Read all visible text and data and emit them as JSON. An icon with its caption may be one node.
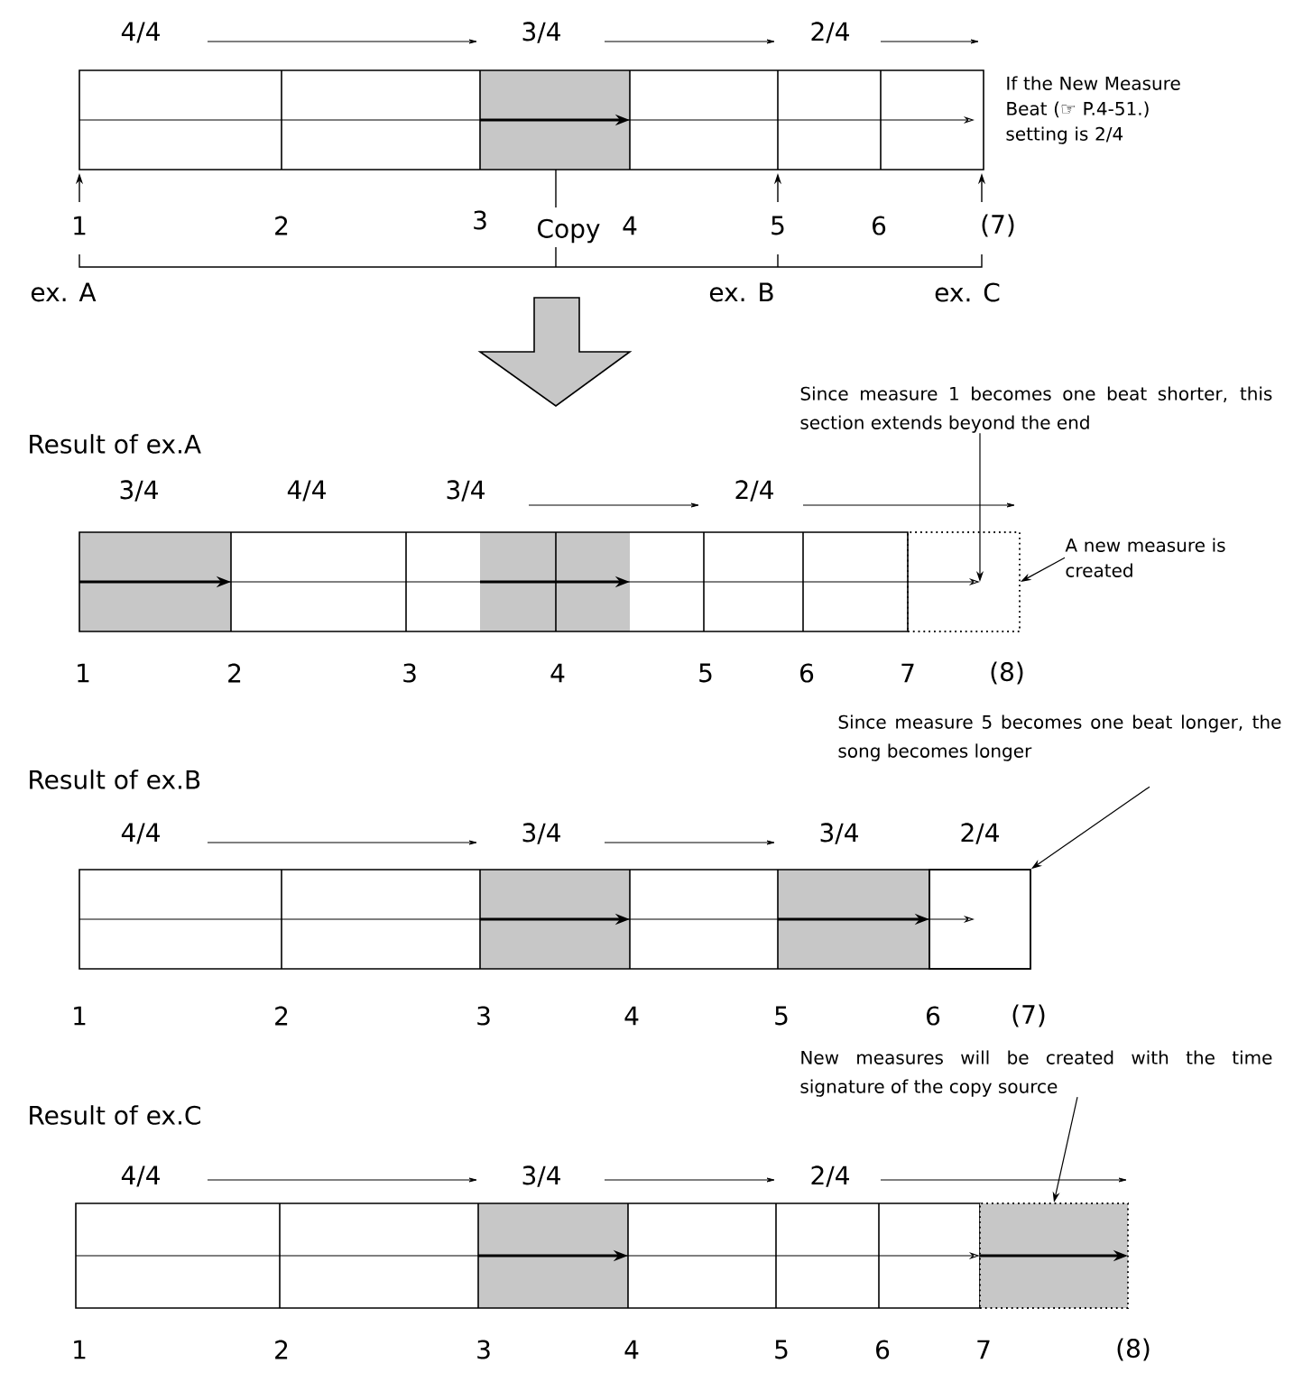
{
  "diagram": {
    "nodes": [
      {
        "text": [
          "If the New Measure Beat (☞ P.4-51.) setting is 2/4"
        ]
      },
      {
        "text": [
          "Since measure 1 becomes one beat shorter, this section extends beyond the end"
        ]
      },
      {
        "text": [],
        "shape": "box"
      },
      {
        "text": [
          "A new measure is created"
        ]
      },
      {
        "text": [
          "Since measure 5 becomes one beat longer, the song becomes longer"
        ]
      },
      {
        "text": [],
        "shape": "box"
      },
      {
        "text": [
          "New measures will be created with the time signature of the copy source"
        ]
      },
      {
        "text": [],
        "shape": "box"
      }
    ],
    "edges": [
      {
        "from": 1,
        "to": 2,
        "arrow": "to"
      },
      {
        "from": 3,
        "to": 2,
        "arrow": "to"
      },
      {
        "from": 4,
        "to": 5,
        "arrow": "to"
      },
      {
        "from": 6,
        "to": 7,
        "arrow": "to"
      }
    ],
    "labels": [
      "4/4",
      "3/4",
      "2/4",
      "1",
      "2",
      "3",
      "Copy",
      "4",
      "5",
      "6",
      "(7)",
      "ex. A",
      "ex. B",
      "ex. C",
      "Result of ex.A",
      "3/4",
      "4/4",
      "3/4",
      "2/4",
      "1",
      "2",
      "3",
      "4",
      "5",
      "6",
      "7",
      "(8)",
      "Result of ex.B",
      "4/4",
      "3/4",
      "3/4",
      "2/4",
      "1",
      "2",
      "3",
      "4",
      "5",
      "6",
      "(7)",
      "Result of ex.C",
      "4/4",
      "3/4",
      "2/4",
      "1",
      "2",
      "3",
      "4",
      "5",
      "6",
      "7",
      "(8)"
    ]
  }
}
